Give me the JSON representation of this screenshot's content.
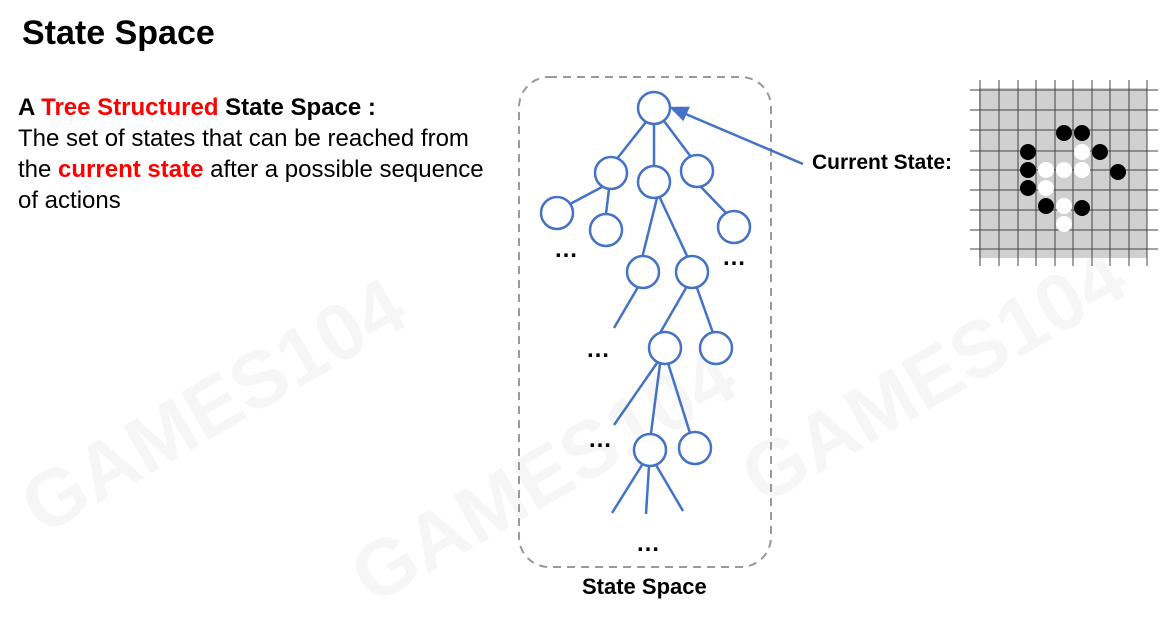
{
  "slide": {
    "title": "State Space",
    "description": {
      "p1_a": "A ",
      "p1_red": "Tree Structured",
      "p1_b": " State Space :",
      "p2_a": "The set of states that can be reached from the ",
      "p2_red": "current state",
      "p2_b": " after a possible sequence of actions"
    },
    "tree_caption": "State Space",
    "current_state_label": "Current State:",
    "ellipsis": "…"
  },
  "watermark": {
    "text": "GAMES104"
  },
  "colors": {
    "accent_red": "#ff0000",
    "tree_blue": "#4472c4",
    "board_bg": "#d0d0d0"
  }
}
